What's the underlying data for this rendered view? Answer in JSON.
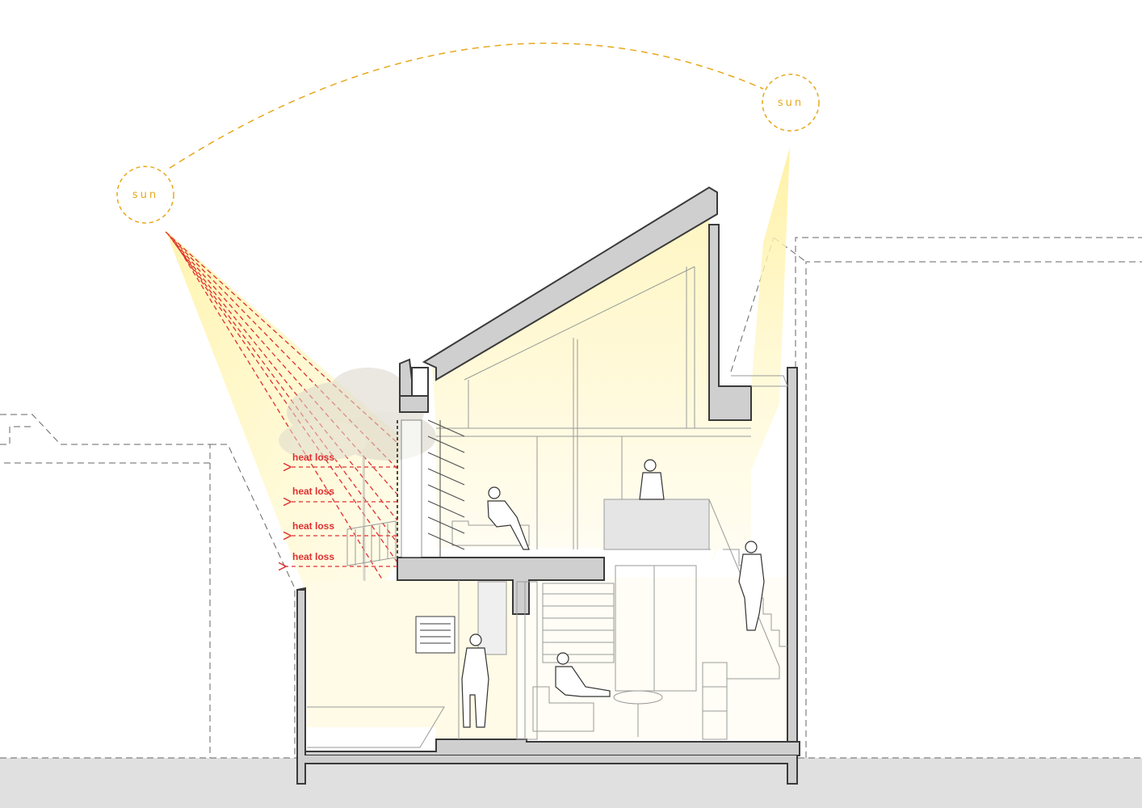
{
  "sun_left": {
    "label": "sun"
  },
  "sun_right": {
    "label": "sun"
  },
  "heat_labels": [
    "heat loss",
    "heat loss",
    "heat loss",
    "heat loss"
  ],
  "colors": {
    "sun": "#e8a81c",
    "heat": "#e03030",
    "wall": "#cfcfcf",
    "outline": "#3a3a3a",
    "light": "#fff3b0",
    "ground": "#e0e0e0",
    "neighbor": "#666666"
  }
}
